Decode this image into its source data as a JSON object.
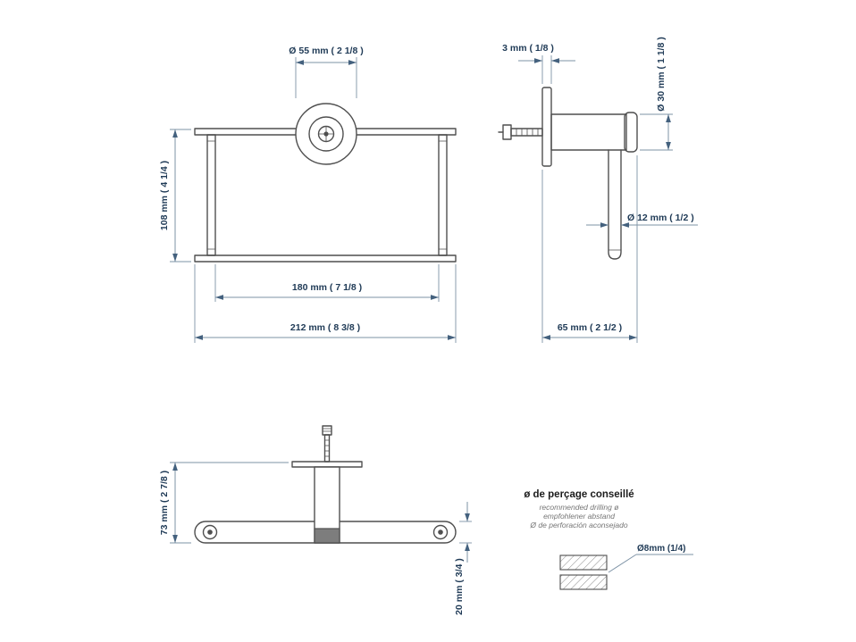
{
  "colors": {
    "background": "#ffffff",
    "draw": "#4f4f4f",
    "dimline": "#7e93a6",
    "arrow": "#44617e",
    "dimtext": "#1f3a56"
  },
  "front_view": {
    "dims": {
      "ring_diameter": "Ø 55 mm ( 2 1/8 )",
      "height": "108 mm ( 4 1/4 )",
      "inner_width": "180 mm ( 7 1/8 )",
      "overall_width": "212 mm ( 8 3/8 )"
    }
  },
  "side_view": {
    "dims": {
      "plate_thickness": "3 mm ( 1/8 )",
      "rosette_diameter": "Ø 30 mm ( 1 1/8 )",
      "bar_diameter": "Ø 12 mm ( 1/2 )",
      "depth": "65 mm ( 2 1/2 )"
    }
  },
  "top_view": {
    "dims": {
      "depth": "73 mm ( 2 7/8 )",
      "bar_thickness": "20 mm ( 3/4 )"
    }
  },
  "drilling_note": {
    "title": "ø de perçage conseillé",
    "subtitle_en": "recommended drilling ø",
    "subtitle_de": "empfohlener abstand",
    "subtitle_es": "Ø de perforación aconsejado",
    "hole_label": "Ø8mm (1/4)"
  }
}
